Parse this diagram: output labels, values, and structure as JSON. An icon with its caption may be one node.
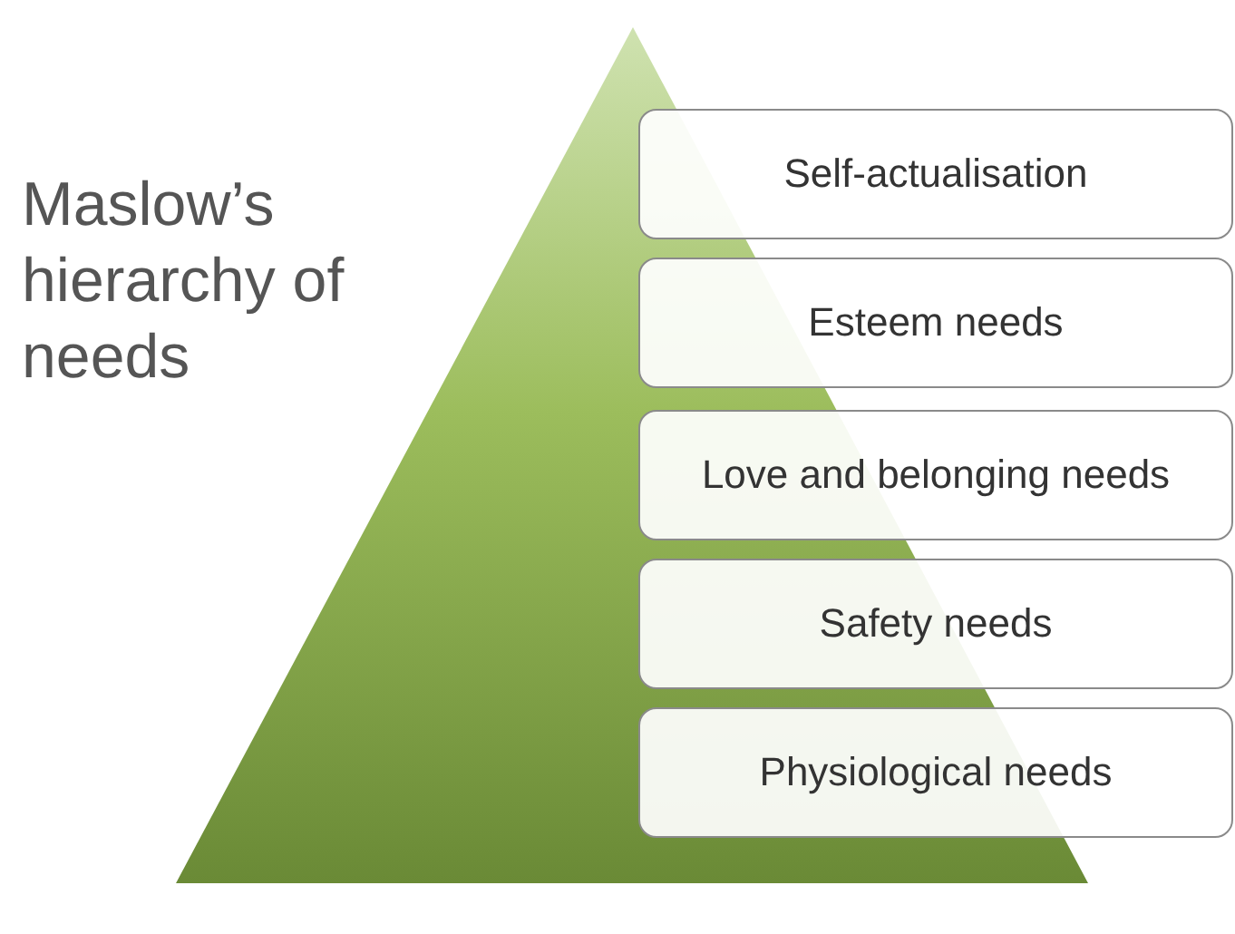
{
  "diagram": {
    "title": "Maslow’s hierarchy of needs",
    "nodes": [
      {
        "text": [
          "Self-actualisation"
        ]
      },
      {
        "text": [
          "Esteem needs"
        ]
      },
      {
        "text": [
          "Love and belonging needs"
        ]
      },
      {
        "text": [
          "Safety needs"
        ]
      },
      {
        "text": [
          "Physiological needs"
        ]
      }
    ]
  }
}
